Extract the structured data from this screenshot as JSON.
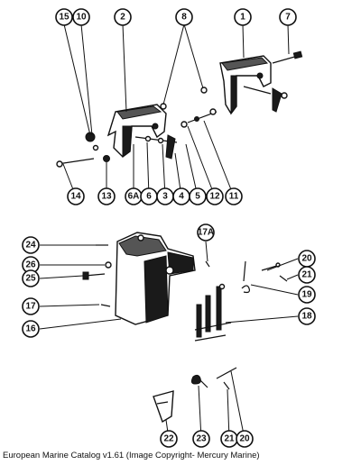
{
  "caption": "European Marine Catalog v1.61 (Image Copyright- Mercury Marine)",
  "callouts": [
    "15",
    "10",
    "2",
    "8",
    "1",
    "7",
    "14",
    "13",
    "6A",
    "6",
    "3",
    "4",
    "5",
    "12",
    "11",
    "17A",
    "24",
    "26",
    "25",
    "17",
    "16",
    "20",
    "21",
    "19",
    "18",
    "22",
    "23",
    "21",
    "20"
  ]
}
